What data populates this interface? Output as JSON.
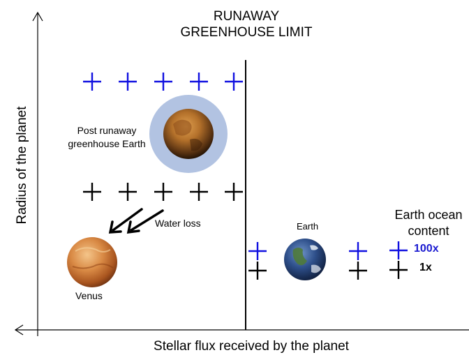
{
  "limit_title": "RUNAWAY GREENHOUSE LIMIT",
  "post_runaway_label": "Post runaway greenhouse Earth",
  "water_loss_label": "Water loss",
  "venus_label": "Venus",
  "earth_label": "Earth",
  "ocean_title": "Earth ocean content",
  "ocean_100x": "100x",
  "ocean_1x": "1x",
  "x_axis_title": "Stellar flux received by the planet",
  "y_axis_title": "Radius of the planet",
  "colors": {
    "water_rich_marker": "#1010e0",
    "dry_marker": "#000000",
    "halo": "#b2c3e2",
    "ocean_100x_text": "#1a1ad0"
  },
  "icons": {
    "post_runaway_earth": "scorched-earth-planet",
    "venus": "venus-planet",
    "earth": "earth-planet"
  }
}
